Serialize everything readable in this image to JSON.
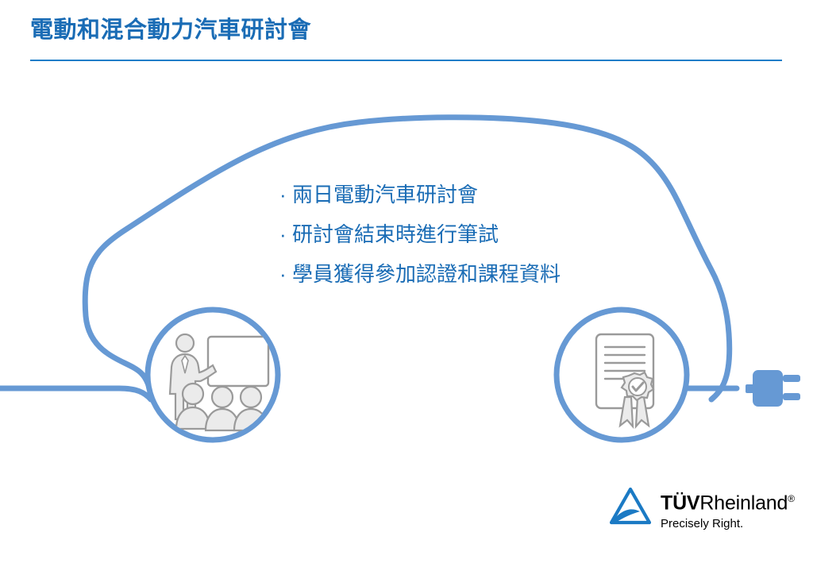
{
  "slide": {
    "title": "電動和混合動力汽車研討會",
    "background_color": "#ffffff",
    "title_color": "#1a6cb5",
    "divider_color": "#1a7dc8",
    "accent_color": "#6699d4",
    "icon_gray_fill": "#ebebeb",
    "icon_gray_stroke": "#9a9a9a"
  },
  "bullets": [
    {
      "marker": "·",
      "text": "兩日電動汽車研討會"
    },
    {
      "marker": "·",
      "text": "研討會結束時進行筆試"
    },
    {
      "marker": "·",
      "text": "學員獲得參加認證和課程資料"
    }
  ],
  "graphics": {
    "car_outline_name": "electric-car-outline",
    "charging_cable_name": "charging-cable",
    "plug_name": "charging-plug",
    "left_circle_name": "seminar-presentation-icon",
    "right_circle_name": "certificate-icon"
  },
  "logo": {
    "mark_name": "tuv-rheinland-triangle-mark",
    "brand_bold": "TÜV",
    "brand_regular": "Rheinland",
    "registered": "®",
    "tagline": "Precisely Right.",
    "mark_color": "#1b7ac4"
  }
}
